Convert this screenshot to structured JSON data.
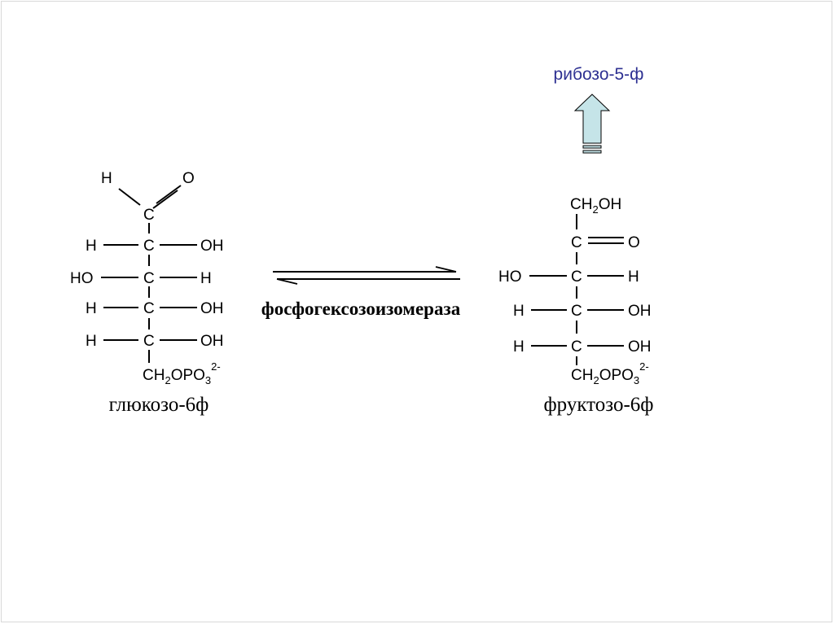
{
  "glucose": {
    "name": "глюкозо-6ф",
    "top_h": "H",
    "top_o": "O",
    "carbonyl_c": "C",
    "rows": [
      {
        "left": "H",
        "c": "C",
        "right": "OH"
      },
      {
        "left": "HO",
        "c": "C",
        "right": "H"
      },
      {
        "left": "H",
        "c": "C",
        "right": "OH"
      },
      {
        "left": "H",
        "c": "C",
        "right": "OH"
      }
    ],
    "bottom": {
      "a": "CH",
      "s1": "2",
      "b": "OPO",
      "s2": "3",
      "charge": "2-"
    }
  },
  "fructose": {
    "name": "фруктозо-6ф",
    "top": {
      "a": "CH",
      "s1": "2",
      "b": "OH"
    },
    "keto_c": "C",
    "keto_o": "O",
    "rows": [
      {
        "left": "HO",
        "c": "C",
        "right": "H"
      },
      {
        "left": "H",
        "c": "C",
        "right": "OH"
      },
      {
        "left": "H",
        "c": "C",
        "right": "OH"
      }
    ],
    "bottom": {
      "a": "CH",
      "s1": "2",
      "b": "OPO",
      "s2": "3",
      "charge": "2-"
    }
  },
  "enzyme": "фосфогексозоизомераза",
  "product": "рибозо-5-ф",
  "colors": {
    "product_text": "#2e3192",
    "arrow_fill": "#c5e4e8"
  }
}
